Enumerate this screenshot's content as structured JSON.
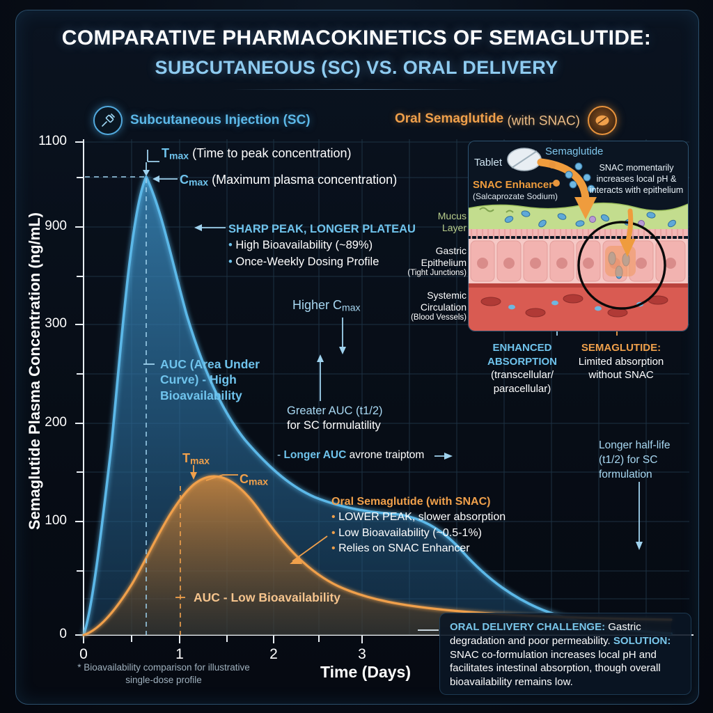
{
  "title": {
    "line1": "COMPARATIVE PHARMACOKINETICS OF SEMAGLUTIDE:",
    "line2": "SUBCUTANEOUS (SC) VS. ORAL DELIVERY"
  },
  "legend": {
    "sc": {
      "label": "Subcutaneous Injection (SC)",
      "icon": "syringe-icon",
      "color": "#5cb8e8"
    },
    "oral": {
      "label_main": "Oral Semaglutide ",
      "label_sub": "(with SNAC)",
      "icon": "tablet-icon",
      "color": "#f0a04b"
    }
  },
  "axes": {
    "y_title": "Semaglutide Plasma Concentration (ng/mL)",
    "y_ticks": [
      "1100",
      "900",
      "300",
      "200",
      "100",
      "0"
    ],
    "x_title": "Time (Days)",
    "x_ticks": [
      "0",
      "1",
      "2",
      "3"
    ],
    "footnote": "* Bioavailability comparison for illustrative single-dose profile"
  },
  "annotations": {
    "tmax_sc": {
      "sym": "T",
      "sub": "max",
      "rest": " (Time to peak concentration)"
    },
    "cmax_sc": {
      "sym": "C",
      "sub": "max",
      "rest": " (Maximum plasma concentration)"
    },
    "sharp_peak": {
      "heading": "SHARP PEAK, LONGER PLATEAU",
      "bullets": [
        "High Bioavailability (~89%)",
        "Once-Weekly Dosing Profile"
      ]
    },
    "auc_sc": "AUC (Area Under Curve) - High Bioavailability",
    "higher_cmax": {
      "text": "Higher C",
      "sub": "max"
    },
    "greater_auc": {
      "l1": "Greater AUC  (t1/2)",
      "l2": "for SC formulatility"
    },
    "longer_auc": {
      "dash": "- ",
      "bold": "Longer AUC",
      "rest": " avrone traiptom"
    },
    "half_life": "Longer half-life (t1/2) for SC formulation",
    "tmax_oral": {
      "sym": "T",
      "sub": "max"
    },
    "cmax_oral": {
      "sym": "C",
      "sub": "max"
    },
    "oral_block": {
      "heading": "Oral Semaglutide (with SNAC)",
      "bullets_bold": [
        "LOWER PEAK",
        "",
        ""
      ],
      "bullets": [
        "LOWER PEAK, slower absorption",
        "Low Bioavailability (~0.5-1%)",
        "Relies on SNAC Enhancer"
      ]
    },
    "auc_oral": "AUC - Low Bioavailability",
    "enhanced_absorption": {
      "l1": "ENHANCED",
      "l2": "ABSORPTION",
      "l3": "(transcellular/",
      "l4": "paracellular)"
    },
    "semaglutide_limited": {
      "l1": "SEMAGLUTIDE:",
      "l2": "Limited absorption",
      "l3": "without SNAC"
    }
  },
  "inset": {
    "tablet_label": "Tablet",
    "semaglutide_label": "Semaglutide",
    "snac_label": "SNAC Enhancer",
    "snac_sub": "(Salcaprozate Sodium)",
    "snac_note_l1": "SNAC momentarily",
    "snac_note_l2": "increases local pH &",
    "snac_note_l3": "interacts with epithelium",
    "mucus_l1": "Mucus",
    "mucus_l2": "Layer",
    "epi_l1": "Gastric",
    "epi_l2": "Epithelium",
    "epi_l3": "(Tight Junctions)",
    "sys_l1": "Systemic",
    "sys_l2": "Circulation",
    "sys_l3": "(Blood Vessels)"
  },
  "callout": {
    "k1": "ORAL DELIVERY CHALLENGE:",
    "v1": " Gastric degradation and poor permeability.",
    "k2": "SOLUTION:",
    "v2": " SNAC co-formulation increases local pH and facilitates intestinal absorption, though overall bioavailability remains low."
  },
  "chart_data": {
    "type": "line",
    "title": "COMPARATIVE PHARMACOKINETICS OF SEMAGLUTIDE: SUBCUTANEOUS (SC) VS. ORAL DELIVERY",
    "xlabel": "Time (Days)",
    "ylabel": "Semaglutide Plasma Concentration (ng/mL)",
    "grid": true,
    "legend_position": "top",
    "xlim": [
      0,
      4
    ],
    "x_tick_values": [
      0,
      1,
      2,
      3
    ],
    "y_tick_labels": [
      "0",
      "100",
      "200",
      "300",
      "900",
      "1100"
    ],
    "series": [
      {
        "name": "Subcutaneous Injection (SC)",
        "color": "#5cb8e8",
        "fill": true,
        "cmax": 1000,
        "tmax": 0.65,
        "x": [
          0,
          0.1,
          0.2,
          0.3,
          0.45,
          0.65,
          0.85,
          1.0,
          1.25,
          1.5,
          1.8,
          2.1,
          2.4,
          2.7,
          3.0,
          3.3,
          3.6,
          4.0
        ],
        "y": [
          0,
          90,
          330,
          640,
          880,
          1000,
          940,
          860,
          700,
          560,
          430,
          340,
          300,
          290,
          285,
          240,
          160,
          95
        ]
      },
      {
        "name": "Oral Semaglutide (with SNAC)",
        "color": "#f0a04b",
        "fill": true,
        "cmax": 152,
        "tmax": 1.15,
        "x": [
          0,
          0.1,
          0.25,
          0.45,
          0.7,
          0.9,
          1.15,
          1.4,
          1.7,
          2.0,
          2.3,
          2.6,
          3.0,
          3.4,
          3.7,
          4.0
        ],
        "y": [
          0,
          8,
          30,
          65,
          105,
          132,
          152,
          148,
          128,
          102,
          82,
          68,
          55,
          45,
          40,
          36
        ]
      }
    ],
    "annotations": [
      "Tmax (Time to peak concentration)",
      "Cmax (Maximum plasma concentration)",
      "SHARP PEAK, LONGER PLATEAU",
      "AUC (Area Under Curve) - High Bioavailability",
      "Higher Cmax",
      "Greater AUC (t1/2) for SC formulatility",
      "Longer AUC avrone traiptom",
      "Longer half-life (t1/2) for SC formulation",
      "AUC - Low Bioavailability"
    ]
  }
}
